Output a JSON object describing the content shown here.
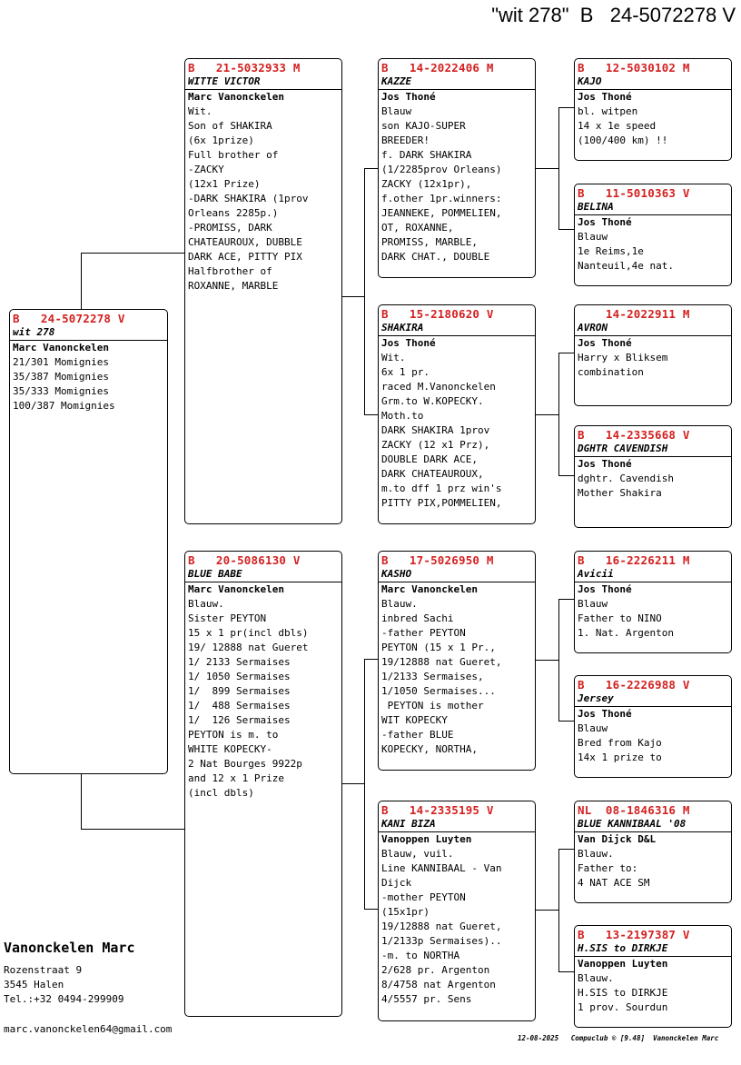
{
  "title": "\"wit 278\"  B   24-5072278 V",
  "pigeons": [
    {
      "header": "B   24-5072278 V",
      "name": "wit 278",
      "owner": "Marc Vanonckelen",
      "lines": [
        "",
        "21/301 Momignies",
        "35/387 Momignies",
        "35/333 Momignies",
        "100/387 Momignies"
      ]
    },
    {
      "header": "B   21-5032933 M",
      "name": "WITTE VICTOR",
      "owner": "Marc Vanonckelen",
      "lines": [
        "Wit.",
        "Son of SHAKIRA",
        "(6x 1prize)",
        "Full brother of",
        "-ZACKY",
        "(12x1 Prize)",
        "-DARK SHAKIRA (1prov",
        "Orleans 2285p.)",
        "-PROMISS, DARK",
        "CHATEAUROUX, DUBBLE",
        "DARK ACE, PITTY PIX",
        "Halfbrother of",
        "ROXANNE, MARBLE"
      ]
    },
    {
      "header": "B   20-5086130 V",
      "name": "BLUE BABE",
      "owner": "Marc Vanonckelen",
      "lines": [
        "Blauw.",
        "Sister PEYTON",
        "15 x 1 pr(incl dbls)",
        "19/ 12888 nat Gueret",
        "1/ 2133 Sermaises",
        "1/ 1050 Sermaises",
        "1/  899 Sermaises",
        "1/  488 Sermaises",
        "1/  126 Sermaises",
        "PEYTON is m. to",
        "WHITE KOPECKY-",
        "2 Nat Bourges 9922p",
        "and 12 x 1 Prize",
        "(incl dbls)"
      ]
    },
    {
      "header": "B   14-2022406 M",
      "name": "KAZZE",
      "owner": "Jos Thoné",
      "lines": [
        "Blauw",
        "son KAJO-SUPER",
        "BREEDER!",
        "f. DARK SHAKIRA",
        "(1/2285prov Orleans)",
        "ZACKY (12x1pr),",
        "f.other 1pr.winners:",
        "JEANNEKE, POMMELIEN,",
        "OT, ROXANNE,",
        "PROMISS, MARBLE,",
        "DARK CHAT., DOUBLE"
      ]
    },
    {
      "header": "B   15-2180620 V",
      "name": "SHAKIRA",
      "owner": "Jos Thoné",
      "lines": [
        "Wit.",
        "6x 1 pr.",
        "raced M.Vanonckelen",
        "Grm.to W.KOPECKY.",
        "Moth.to",
        "DARK SHAKIRA 1prov",
        "ZACKY (12 x1 Prz),",
        "DOUBLE DARK ACE,",
        "DARK CHATEAUROUX,",
        "m.to dff 1 prz win's",
        "PITTY PIX,POMMELIEN,"
      ]
    },
    {
      "header": "B   17-5026950 M",
      "name": "KASHO",
      "owner": "Marc Vanonckelen",
      "lines": [
        "Blauw.",
        "inbred Sachi",
        "-father PEYTON",
        "PEYTON (15 x 1 Pr.,",
        "19/12888 nat Gueret,",
        "1/2133 Sermaises,",
        "1/1050 Sermaises...",
        " PEYTON is mother",
        "WIT KOPECKY",
        "-father BLUE",
        "KOPECKY, NORTHA,"
      ]
    },
    {
      "header": "B   14-2335195 V",
      "name": "KANI BIZA",
      "owner": "Vanoppen Luyten",
      "lines": [
        "Blauw, vuil.",
        "Line KANNIBAAL - Van",
        "Dijck",
        "-mother PEYTON",
        "(15x1pr)",
        "19/12888 nat Gueret,",
        "1/2133p Sermaises)..",
        "-m. to NORTHA",
        "2/628 pr. Argenton",
        "8/4758 nat Argenton",
        "4/5557 pr. Sens"
      ]
    },
    {
      "header": "B   12-5030102 M",
      "name": "KAJO",
      "owner": "Jos Thoné",
      "lines": [
        "bl. witpen",
        "14 x 1e speed",
        "(100/400 km) !!"
      ]
    },
    {
      "header": "B   11-5010363 V",
      "name": "BELINA",
      "owner": "Jos Thoné",
      "lines": [
        "Blauw",
        "1e Reims,1e",
        "Nanteuil,4e nat."
      ]
    },
    {
      "header": "    14-2022911 M",
      "name": "AVRON",
      "owner": "Jos Thoné",
      "lines": [
        "",
        "Harry x Bliksem",
        "combination"
      ]
    },
    {
      "header": "B   14-2335668 V",
      "name": "DGHTR CAVENDISH",
      "owner": "Jos Thoné",
      "lines": [
        "",
        "dghtr. Cavendish",
        "Mother Shakira"
      ]
    },
    {
      "header": "B   16-2226211 M",
      "name": "Avicii",
      "owner": "Jos Thoné",
      "lines": [
        "Blauw",
        "Father to NINO",
        "1. Nat. Argenton"
      ]
    },
    {
      "header": "B   16-2226988 V",
      "name": "Jersey",
      "owner": "Jos Thoné",
      "lines": [
        "Blauw",
        "Bred from Kajo",
        "14x 1 prize to"
      ]
    },
    {
      "header": "NL  08-1846316 M",
      "name": "BLUE KANNIBAAL '08",
      "owner": "Van Dijck D&L",
      "lines": [
        "Blauw.",
        "Father to:",
        "4 NAT ACE SM"
      ]
    },
    {
      "header": "B   13-2197387 V",
      "name": "H.SIS to DIRKJE",
      "owner": "Vanoppen Luyten",
      "lines": [
        "Blauw.",
        "H.SIS to DIRKJE",
        "1 prov. Sourdun"
      ]
    }
  ],
  "owner": {
    "name": "Vanonckelen Marc",
    "street": "Rozenstraat 9",
    "city": "3545  Halen",
    "tel": "Tel.:+32 0494-299909",
    "email": "marc.vanonckelen64@gmail.com"
  },
  "footer": "12-08-2025   Compuclub © [9.48]  Vanonckelen Marc"
}
